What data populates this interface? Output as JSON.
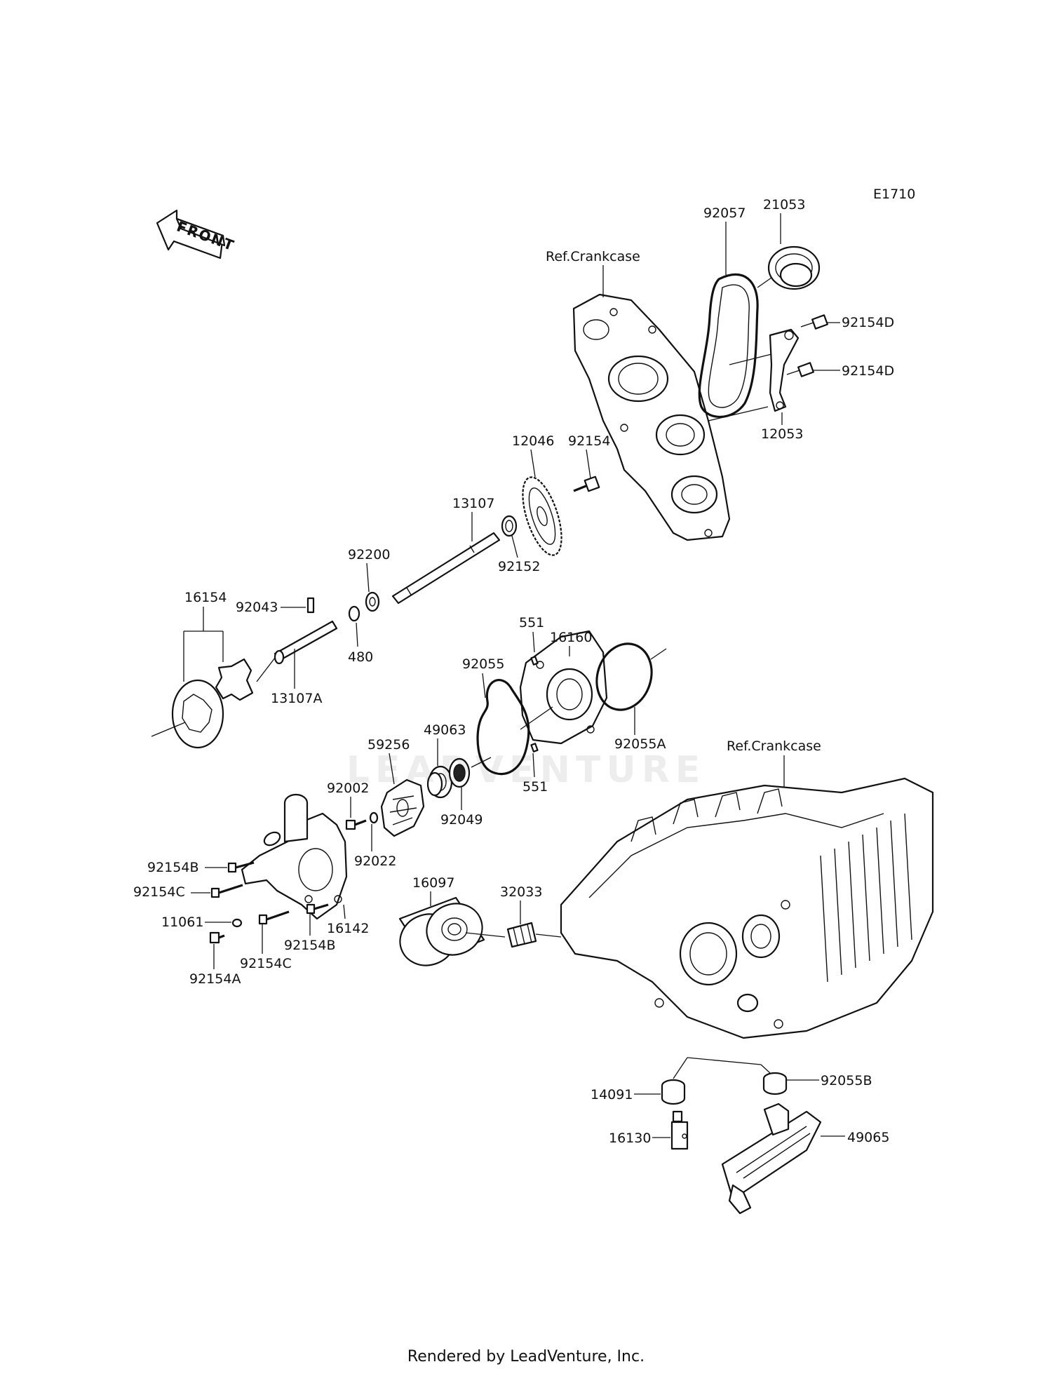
{
  "diagram_code": "E1710",
  "front_label": "FRONT",
  "watermark": "LEADVENTURE",
  "footer": "Rendered by LeadVenture, Inc.",
  "labels": {
    "ref_crankcase_top": "Ref.Crankcase",
    "ref_crankcase_bottom": "Ref.Crankcase",
    "p21053": "21053",
    "p92057": "92057",
    "p92154D_a": "92154D",
    "p92154D_b": "92154D",
    "p12053": "12053",
    "p12046": "12046",
    "p92154": "92154",
    "p13107": "13107",
    "p92152": "92152",
    "p92200": "92200",
    "p16154": "16154",
    "p92043": "92043",
    "p480": "480",
    "p13107A": "13107A",
    "p551_a": "551",
    "p16160": "16160",
    "p92055": "92055",
    "p92055A": "92055A",
    "p551_b": "551",
    "p59256": "59256",
    "p49063": "49063",
    "p92049": "92049",
    "p92002": "92002",
    "p92022": "92022",
    "p92154B_a": "92154B",
    "p92154C_a": "92154C",
    "p11061": "11061",
    "p92154A": "92154A",
    "p92154C_b": "92154C",
    "p92154B_b": "92154B",
    "p16142": "16142",
    "p16097": "16097",
    "p32033": "32033",
    "p92055B": "92055B",
    "p14091": "14091",
    "p16130": "16130",
    "p49065": "49065"
  }
}
